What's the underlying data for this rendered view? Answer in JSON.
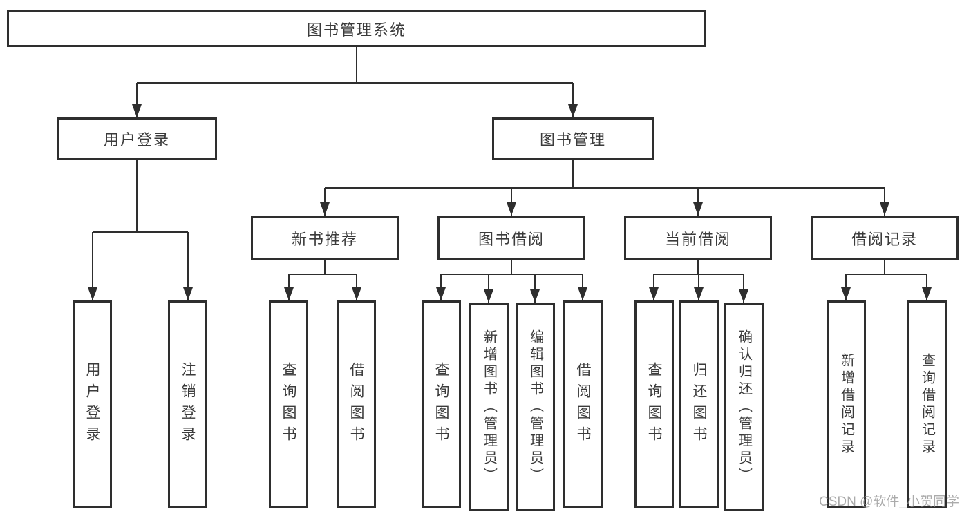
{
  "diagram": {
    "root": {
      "label": "图书管理系统",
      "children": [
        {
          "label": "用户登录",
          "children": [
            {
              "label": "用户登录"
            },
            {
              "label": "注销登录"
            }
          ]
        },
        {
          "label": "图书管理",
          "children": [
            {
              "label": "新书推荐",
              "children": [
                {
                  "label": "查询图书"
                },
                {
                  "label": "借阅图书"
                }
              ]
            },
            {
              "label": "图书借阅",
              "children": [
                {
                  "label": "查询图书"
                },
                {
                  "label": "新增图书（管理员）"
                },
                {
                  "label": "编辑图书（管理员）"
                },
                {
                  "label": "借阅图书"
                }
              ]
            },
            {
              "label": "当前借阅",
              "children": [
                {
                  "label": "查询图书"
                },
                {
                  "label": "归还图书"
                },
                {
                  "label": "确认归还（管理员）"
                }
              ]
            },
            {
              "label": "借阅记录",
              "children": [
                {
                  "label": "新增借阅记录"
                },
                {
                  "label": "查询借阅记录"
                }
              ]
            }
          ]
        }
      ]
    },
    "colors": {
      "line": "#2e2e2e",
      "text": "#3b3b3b",
      "watermark_gray": "#8f8f8f"
    },
    "watermark": "CSDN @软件_小贺同学"
  }
}
